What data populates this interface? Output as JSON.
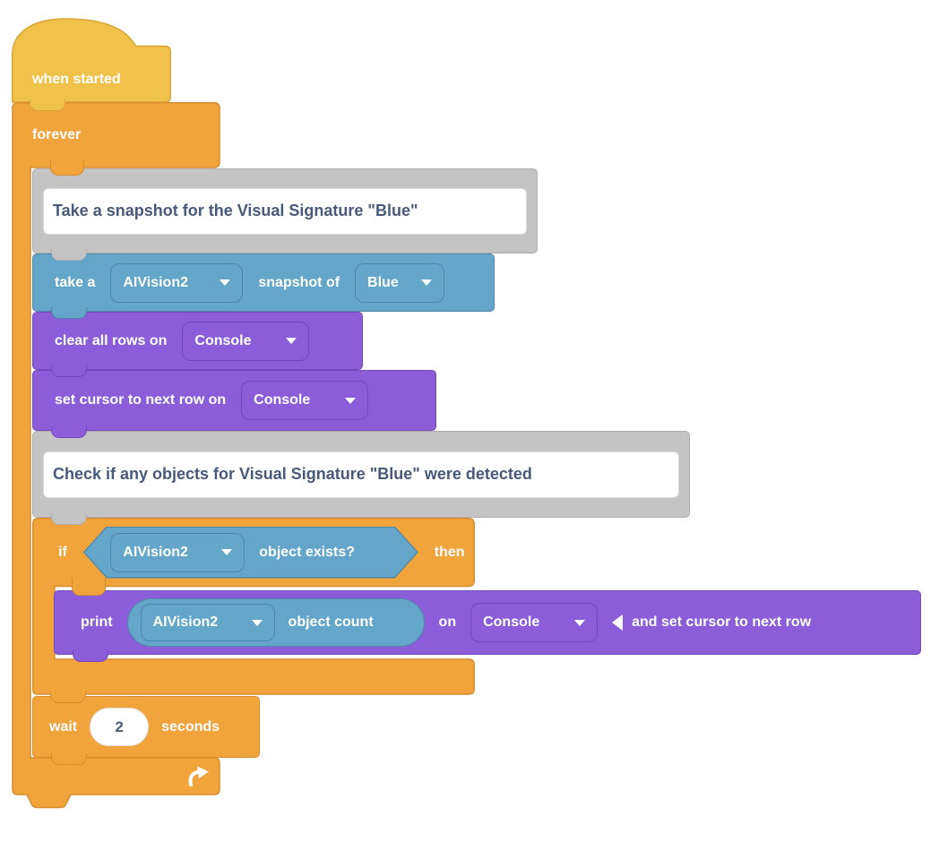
{
  "colors": {
    "hat_yellow": "#F0C24A",
    "hat_yellow_border": "#D7A637",
    "control_orange": "#F1A33C",
    "control_orange_border": "#D98E2D",
    "sensing_blue": "#63A6C9",
    "sensing_blue_border": "#4E87A9",
    "console_purple": "#8C5DD8",
    "console_purple_border": "#7747BE",
    "comment_gray": "#C4C4C5",
    "comment_text": "#475A7B"
  },
  "blocks": {
    "when_started": {
      "label": "when started"
    },
    "forever": {
      "label": "forever"
    },
    "comment_snapshot": {
      "text": "Take a snapshot for the Visual Signature \"Blue\""
    },
    "take_snapshot": {
      "label_start": "take a",
      "camera": "AIVision2",
      "label_middle": "snapshot of",
      "signature": "Blue"
    },
    "clear_rows": {
      "label": "clear all rows on",
      "target": "Console"
    },
    "set_cursor": {
      "label": "set cursor to next row on",
      "target": "Console"
    },
    "comment_check": {
      "text": "Check if any objects for Visual Signature \"Blue\" were detected"
    },
    "if_then": {
      "label_if": "if",
      "label_then": "then",
      "condition": {
        "camera": "AIVision2",
        "label": "object exists?"
      }
    },
    "print": {
      "label_print": "print",
      "reporter": {
        "camera": "AIVision2",
        "label": "object count"
      },
      "label_on": "on",
      "target": "Console",
      "label_tail": "and set cursor to next row"
    },
    "wait": {
      "label_start": "wait",
      "seconds": "2",
      "label_end": "seconds"
    }
  }
}
